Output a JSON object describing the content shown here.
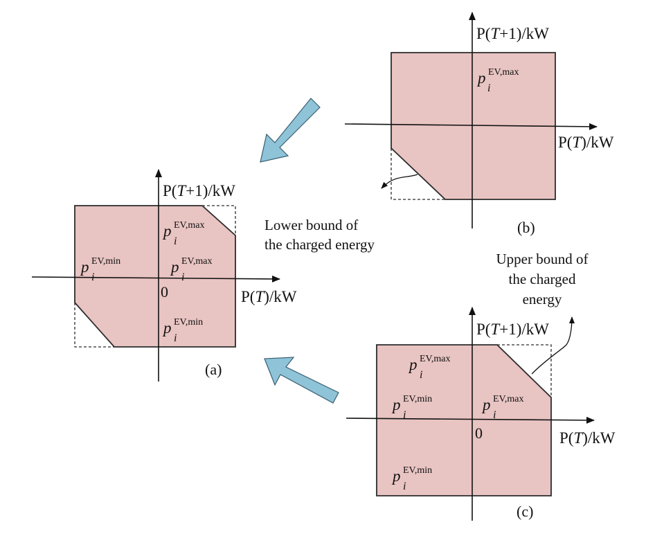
{
  "colors": {
    "region_fill": "#e8c4c2",
    "region_stroke": "#2b2b2b",
    "axis": "#111111",
    "arrow_fill": "#8ec3d8",
    "arrow_stroke": "#3a5f70"
  },
  "axes": {
    "y_label_pre": "P(",
    "y_label_var": "T",
    "y_label_post": "+1)/kW",
    "x_label_pre": "P(",
    "x_label_var": "T",
    "x_label_post": ")/kW",
    "origin": "0"
  },
  "symbols": {
    "p": "p",
    "i": "i",
    "max_sup": "EV,max",
    "min_sup": "EV,min"
  },
  "panels": {
    "a": {
      "caption": "(a)"
    },
    "b": {
      "caption": "(b)"
    },
    "c": {
      "caption": "(c)"
    }
  },
  "annotations": {
    "lower_line1": "Lower bound of",
    "lower_line2": "the charged energy",
    "upper_line1": "Upper bound of",
    "upper_line2": "the charged",
    "upper_line3": "energy"
  }
}
